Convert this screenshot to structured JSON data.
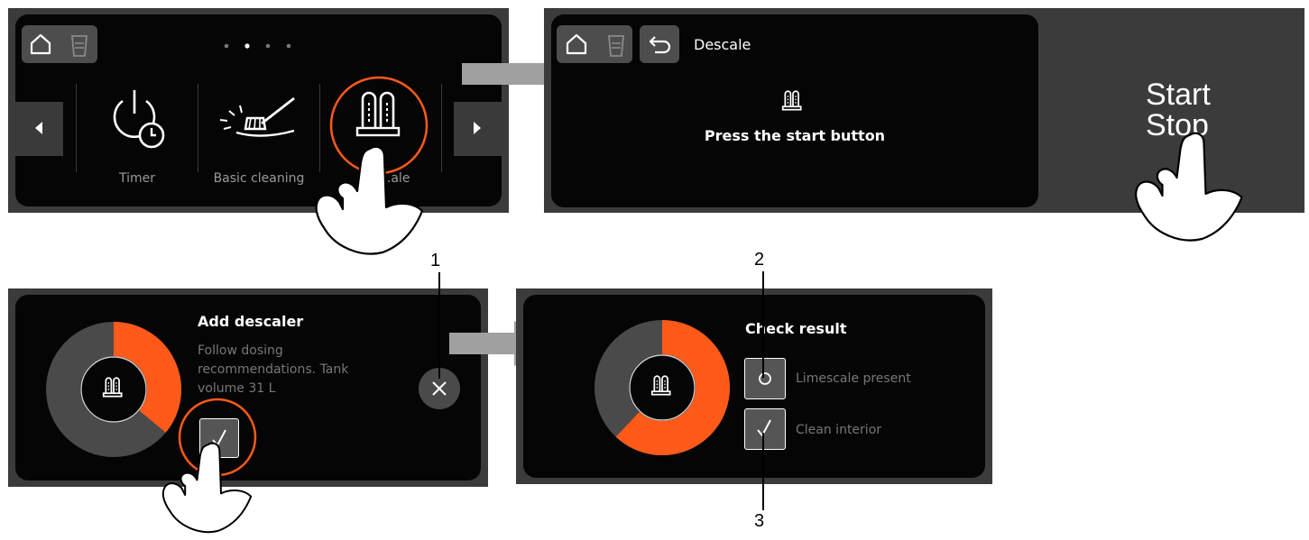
{
  "colors": {
    "accent": "#ff5a1a",
    "ring_gray": "#4a4a4a",
    "panel_bg": "#050505",
    "frame": "#3b3b3b",
    "button_bg": "#4d4d4d"
  },
  "screen1": {
    "icons": [
      "home-icon",
      "water-tank-icon"
    ],
    "page_dots": 4,
    "active_dot": 1,
    "tiles": [
      {
        "label": "Timer",
        "icon": "timer-icon"
      },
      {
        "label": "Basic cleaning",
        "icon": "basic-cleaning-icon"
      },
      {
        "label": "Descale",
        "icon": "descale-icon",
        "visible_label": "...ale"
      }
    ]
  },
  "screen2": {
    "title": "Descale",
    "message": "Press the start button",
    "side_button": {
      "line1": "Start",
      "line2": "Stop"
    }
  },
  "screen3": {
    "title": "Add descaler",
    "description_lines": [
      "Follow dosing",
      "recommendations. Tank",
      "volume 31 L"
    ],
    "progress_fraction": 0.36
  },
  "screen4": {
    "title": "Check result",
    "options": [
      {
        "label": "Limescale present",
        "icon": "circle-icon"
      },
      {
        "label": "Clean interior",
        "icon": "checkmark-icon"
      }
    ],
    "progress_fraction": 0.62
  },
  "callouts": [
    "1",
    "2",
    "3"
  ]
}
